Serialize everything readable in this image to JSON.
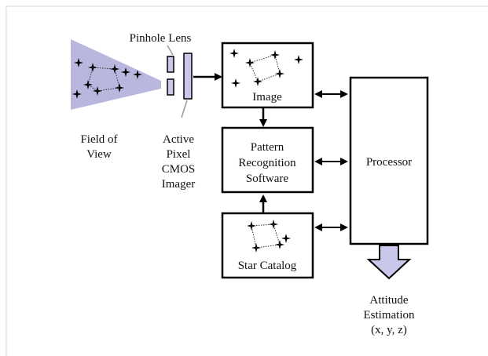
{
  "labels": {
    "pinhole_lens": "Pinhole Lens",
    "field_of_view": [
      "Field of",
      "View"
    ],
    "imager": [
      "Active",
      "Pixel",
      "CMOS",
      "Imager"
    ],
    "image_box": "Image",
    "pattern_box": [
      "Pattern",
      "Recognition",
      "Software"
    ],
    "star_catalog_box": "Star Catalog",
    "processor_box": "Processor",
    "attitude": [
      "Attitude",
      "Estimation",
      "(x, y, z)"
    ]
  },
  "colors": {
    "field_of_view_fill": "#b9b7dd",
    "lens_fill": "#c9c7ea",
    "output_arrow_fill": "#c9c7ea",
    "frame_border": "#d7d7d7",
    "stroke": "#000000"
  },
  "icons": {
    "star": "four-point-star-icon",
    "constellation": "dotted-polygon-icon"
  }
}
